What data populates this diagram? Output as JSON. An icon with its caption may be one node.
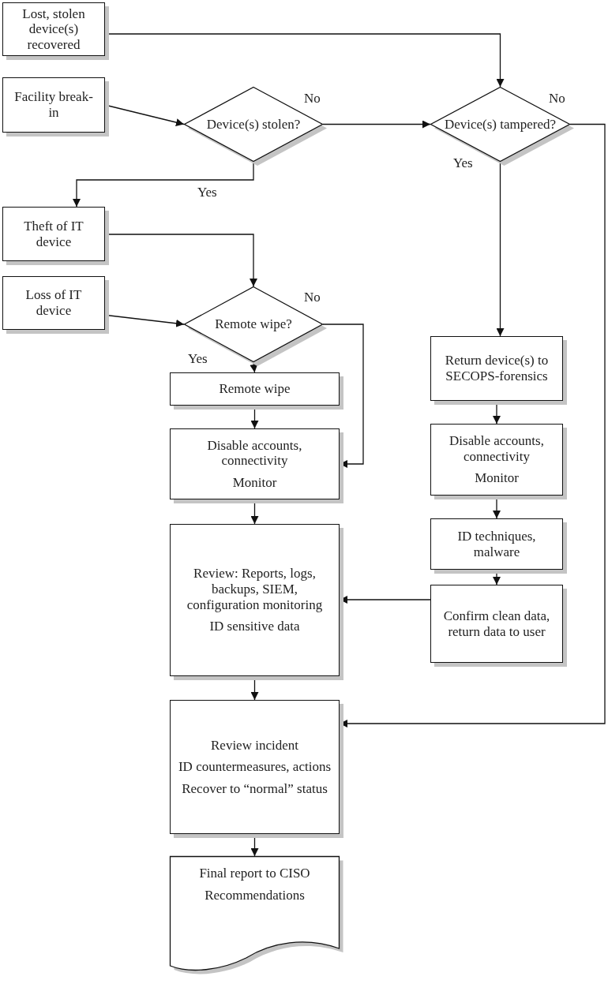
{
  "diagram": {
    "nodes": [
      {
        "text": [
          "Lost, stolen device(s) recovered"
        ]
      },
      {
        "text": [
          "Facility break-in"
        ]
      },
      {
        "text": [
          "Device(s) stolen?"
        ]
      },
      {
        "text": [
          "Device(s) tampered?"
        ]
      },
      {
        "text": [
          "Theft of IT device"
        ]
      },
      {
        "text": [
          "Loss of IT device"
        ]
      },
      {
        "text": [
          "Remote wipe?"
        ]
      },
      {
        "text": [
          "Remote wipe"
        ]
      },
      {
        "text": [
          "Disable accounts, connectivity",
          "Monitor"
        ]
      },
      {
        "text": [
          "Review: Reports, logs, backups, SIEM, configuration monitoring",
          "ID sensitive data"
        ]
      },
      {
        "text": [
          "Review incident",
          "ID countermeasures, actions",
          "Recover to “normal” status"
        ]
      },
      {
        "text": [
          "Final report to CISO",
          "Recommendations"
        ]
      },
      {
        "text": [
          "Return device(s) to SECOPS-forensics"
        ]
      },
      {
        "text": [
          "Disable accounts, connectivity",
          "Monitor"
        ]
      },
      {
        "text": [
          "ID techniques, malware"
        ]
      },
      {
        "text": [
          "Confirm clean data, return data to user"
        ]
      }
    ],
    "edges": [
      {
        "from": 0,
        "to": 3,
        "arrow": "to"
      },
      {
        "from": 1,
        "to": 2,
        "arrow": "to"
      },
      {
        "from": 2,
        "to": 3,
        "arrow": "to",
        "label": "No"
      },
      {
        "from": 2,
        "to": 4,
        "arrow": "to",
        "label": "Yes"
      },
      {
        "from": 4,
        "to": 6,
        "arrow": "to"
      },
      {
        "from": 5,
        "to": 6,
        "arrow": "to"
      },
      {
        "from": 6,
        "to": 7,
        "arrow": "to",
        "label": "Yes"
      },
      {
        "from": 6,
        "to": 8,
        "arrow": "to",
        "label": "No"
      },
      {
        "from": 7,
        "to": 8,
        "arrow": "to"
      },
      {
        "from": 8,
        "to": 9,
        "arrow": "to"
      },
      {
        "from": 9,
        "to": 10,
        "arrow": "to"
      },
      {
        "from": 10,
        "to": 11,
        "arrow": "to"
      },
      {
        "from": 3,
        "to": 12,
        "arrow": "to",
        "label": "Yes"
      },
      {
        "from": 12,
        "to": 13,
        "arrow": "to"
      },
      {
        "from": 13,
        "to": 14,
        "arrow": "to"
      },
      {
        "from": 14,
        "to": 15,
        "arrow": "to"
      },
      {
        "from": 15,
        "to": 9,
        "arrow": "to"
      },
      {
        "from": 3,
        "to": 10,
        "arrow": "to",
        "label": "No"
      }
    ]
  }
}
